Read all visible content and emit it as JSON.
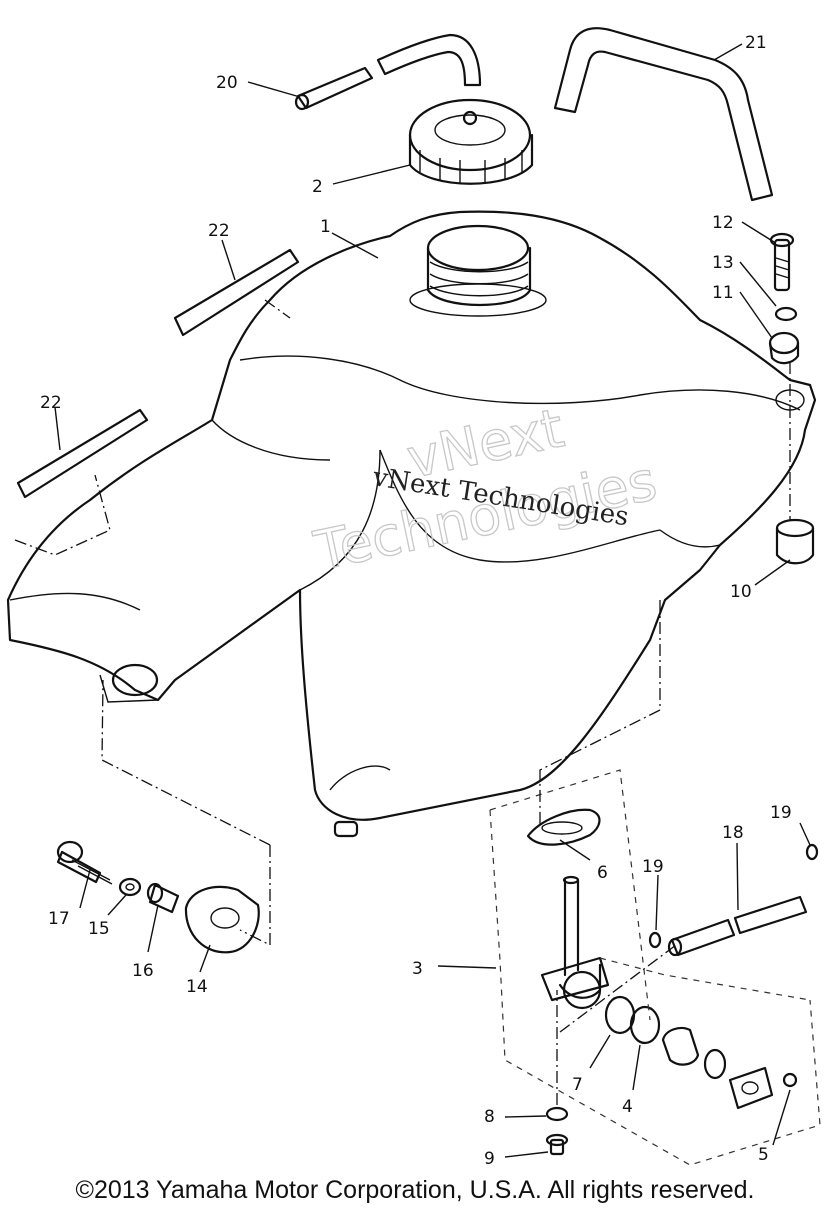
{
  "diagram": {
    "callouts": [
      "1",
      "2",
      "3",
      "4",
      "5",
      "6",
      "7",
      "8",
      "9",
      "10",
      "11",
      "12",
      "13",
      "14",
      "15",
      "16",
      "17",
      "18",
      "19",
      "20",
      "21",
      "22"
    ],
    "watermark_text": "vNext Technologies",
    "watermark_large_1": "vNext",
    "watermark_large_2": "Technologies"
  },
  "footer": {
    "copyright": "©2013 Yamaha Motor Corporation, U.S.A. All rights reserved."
  }
}
